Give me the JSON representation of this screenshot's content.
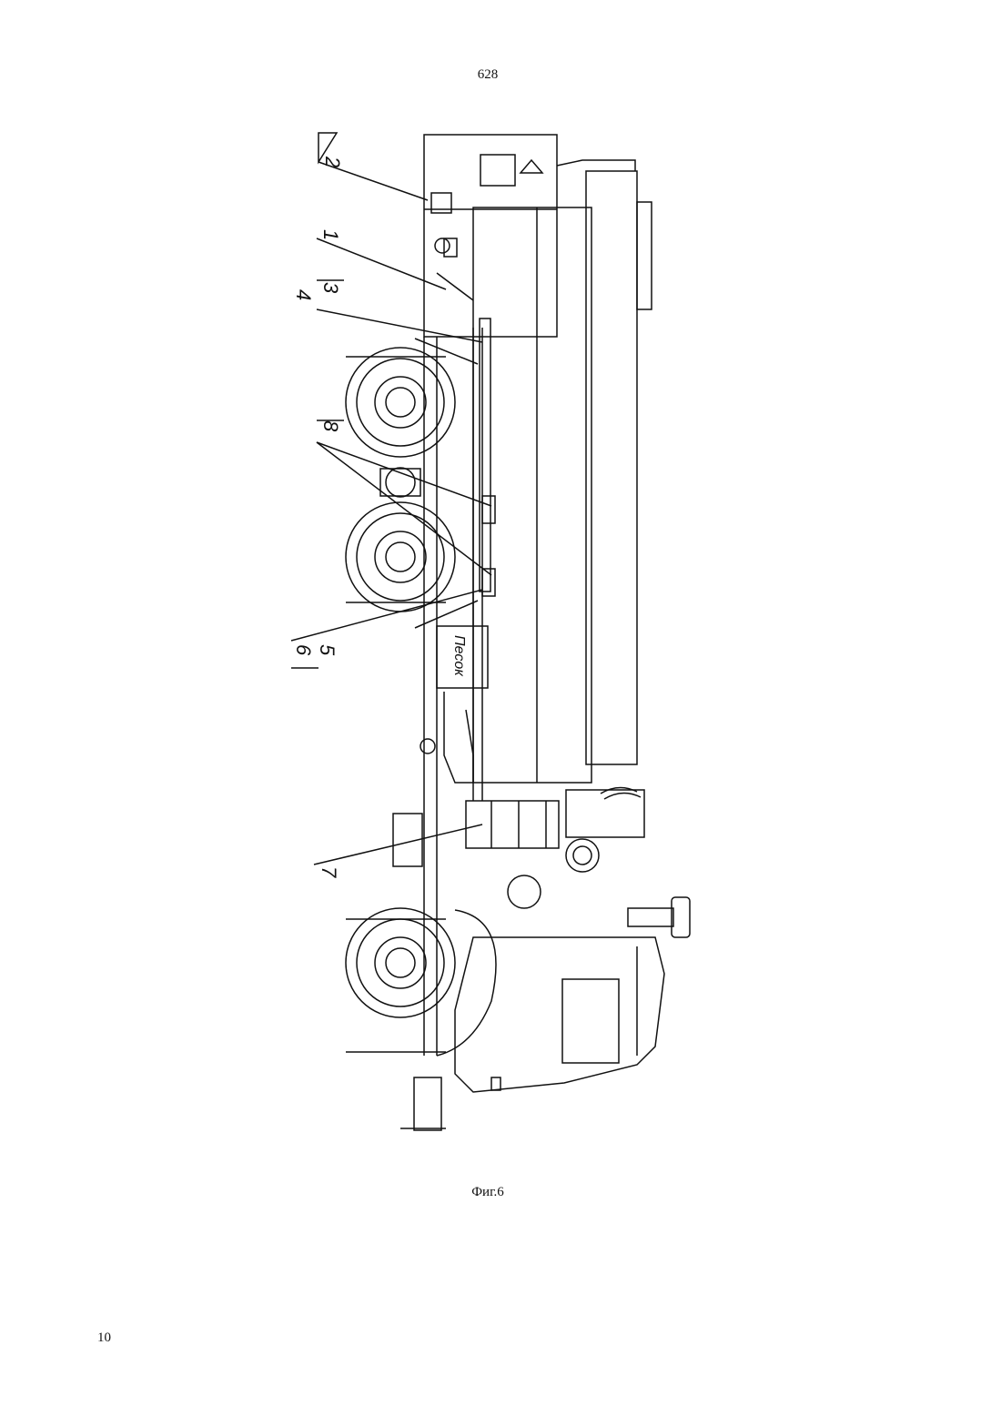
{
  "header": {
    "doc_number": "628"
  },
  "figure": {
    "caption": "Фиг.6",
    "callouts": [
      "2",
      "1",
      "3",
      "4",
      "8",
      "5",
      "6",
      "7"
    ],
    "sand_label": "Песок"
  },
  "footer": {
    "page_number": "10"
  }
}
